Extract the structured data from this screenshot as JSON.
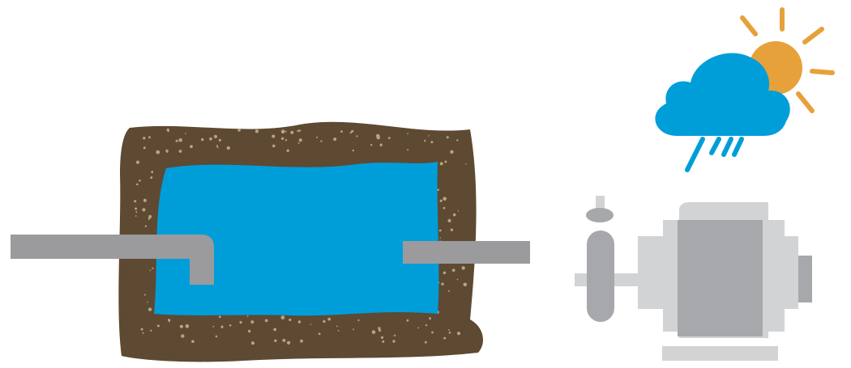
{
  "diagram": {
    "components": [
      {
        "name": "soil-basin",
        "icon": "earthen-pond-icon"
      },
      {
        "name": "stored-water",
        "icon": "water-body-icon"
      },
      {
        "name": "inlet-pipe",
        "icon": "pipe-elbow-icon"
      },
      {
        "name": "outlet-pipe",
        "icon": "pipe-icon"
      },
      {
        "name": "pump",
        "icon": "pump-motor-icon"
      },
      {
        "name": "weather",
        "icon": "sun-cloud-rain-icon"
      }
    ]
  },
  "colors": {
    "background": "#ffffff",
    "soil": "#5e4932",
    "soil_speckle": "#b8a37d",
    "water": "#009ed9",
    "pipe": "#9b9a9d",
    "cloud": "#009ed9",
    "rain": "#009ed9",
    "sun": "#e6a13a",
    "pump_light": "#d2d3d5",
    "pump_dark": "#a7a8ab"
  }
}
